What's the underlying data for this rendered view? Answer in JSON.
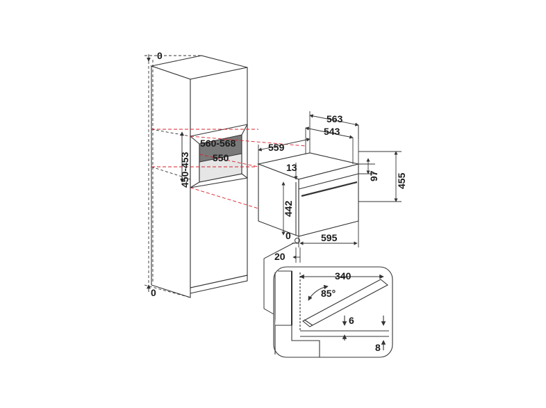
{
  "diagram": {
    "dimensions": {
      "top_gap": "0",
      "bottom_gap": "0",
      "niche_height": "450-453",
      "niche_width": "560-568",
      "niche_depth": "550",
      "appliance_depth_a": "563",
      "appliance_depth_b": "543",
      "appliance_top_depth": "559",
      "front_offset": "13",
      "panel_height": "97",
      "total_height": "455",
      "body_height": "442",
      "front_width": "595",
      "side_gap": "0",
      "front_protrusion": "20",
      "door_depth": "340",
      "door_angle": "85°",
      "door_offset": "6",
      "bottom_offset": "8"
    },
    "colors": {
      "line": "#333333",
      "guide_red": "#d8202a",
      "niche_fill": "#7a7a7a"
    }
  }
}
